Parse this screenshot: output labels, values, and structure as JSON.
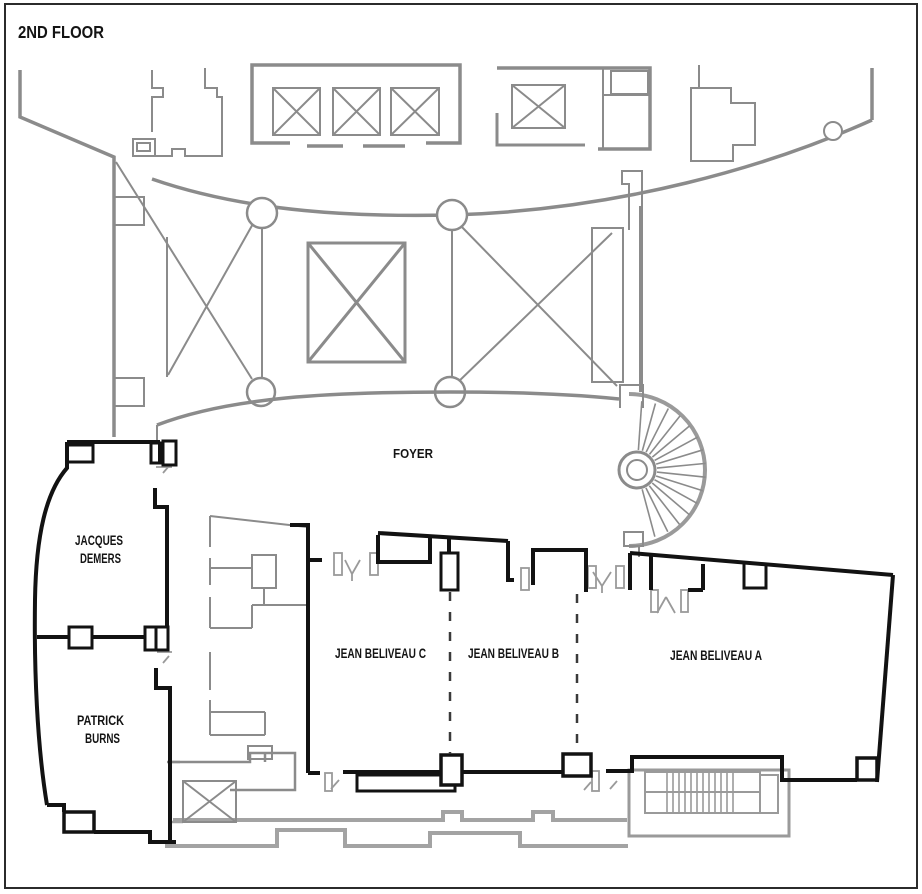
{
  "title": "2ND FLOOR",
  "labels": {
    "foyer": "FOYER",
    "jacques_demers": {
      "line1": "JACQUES",
      "line2": "DEMERS"
    },
    "patrick_burns": {
      "line1": "PATRICK",
      "line2": "BURNS"
    },
    "jean_beliveau_c": "JEAN BELIVEAU C",
    "jean_beliveau_b": "JEAN BELIVEAU B",
    "jean_beliveau_a": "JEAN BELIVEAU A"
  },
  "colors": {
    "background": "#ffffff",
    "wall_gray": "#8b8b8b",
    "wall_gray_thick": "#a3a3a3",
    "wall_black": "#121212",
    "frame": "#2b2b2b",
    "dash": "#3a3a3a",
    "door": "#9a9a9a"
  }
}
